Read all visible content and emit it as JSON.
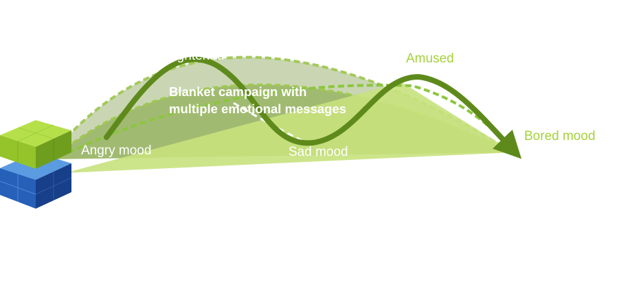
{
  "diagram": {
    "headline": {
      "line1": "Blanket campaign with",
      "line2": "multiple emotional messages"
    },
    "moods": {
      "enlightened": "Enlightened",
      "amused": "Amused",
      "angry": "Angry mood",
      "sad": "Sad mood",
      "bored": "Bored mood"
    },
    "colors": {
      "label_white": "#ffffff",
      "label_lime": "#a4d23a",
      "dark_green": "#5e8a1c",
      "mid_green": "#8fb24a",
      "light_green": "#c6e17a",
      "cube_green": "#9ccc2a",
      "cube_blue": "#2d6fc0"
    }
  }
}
